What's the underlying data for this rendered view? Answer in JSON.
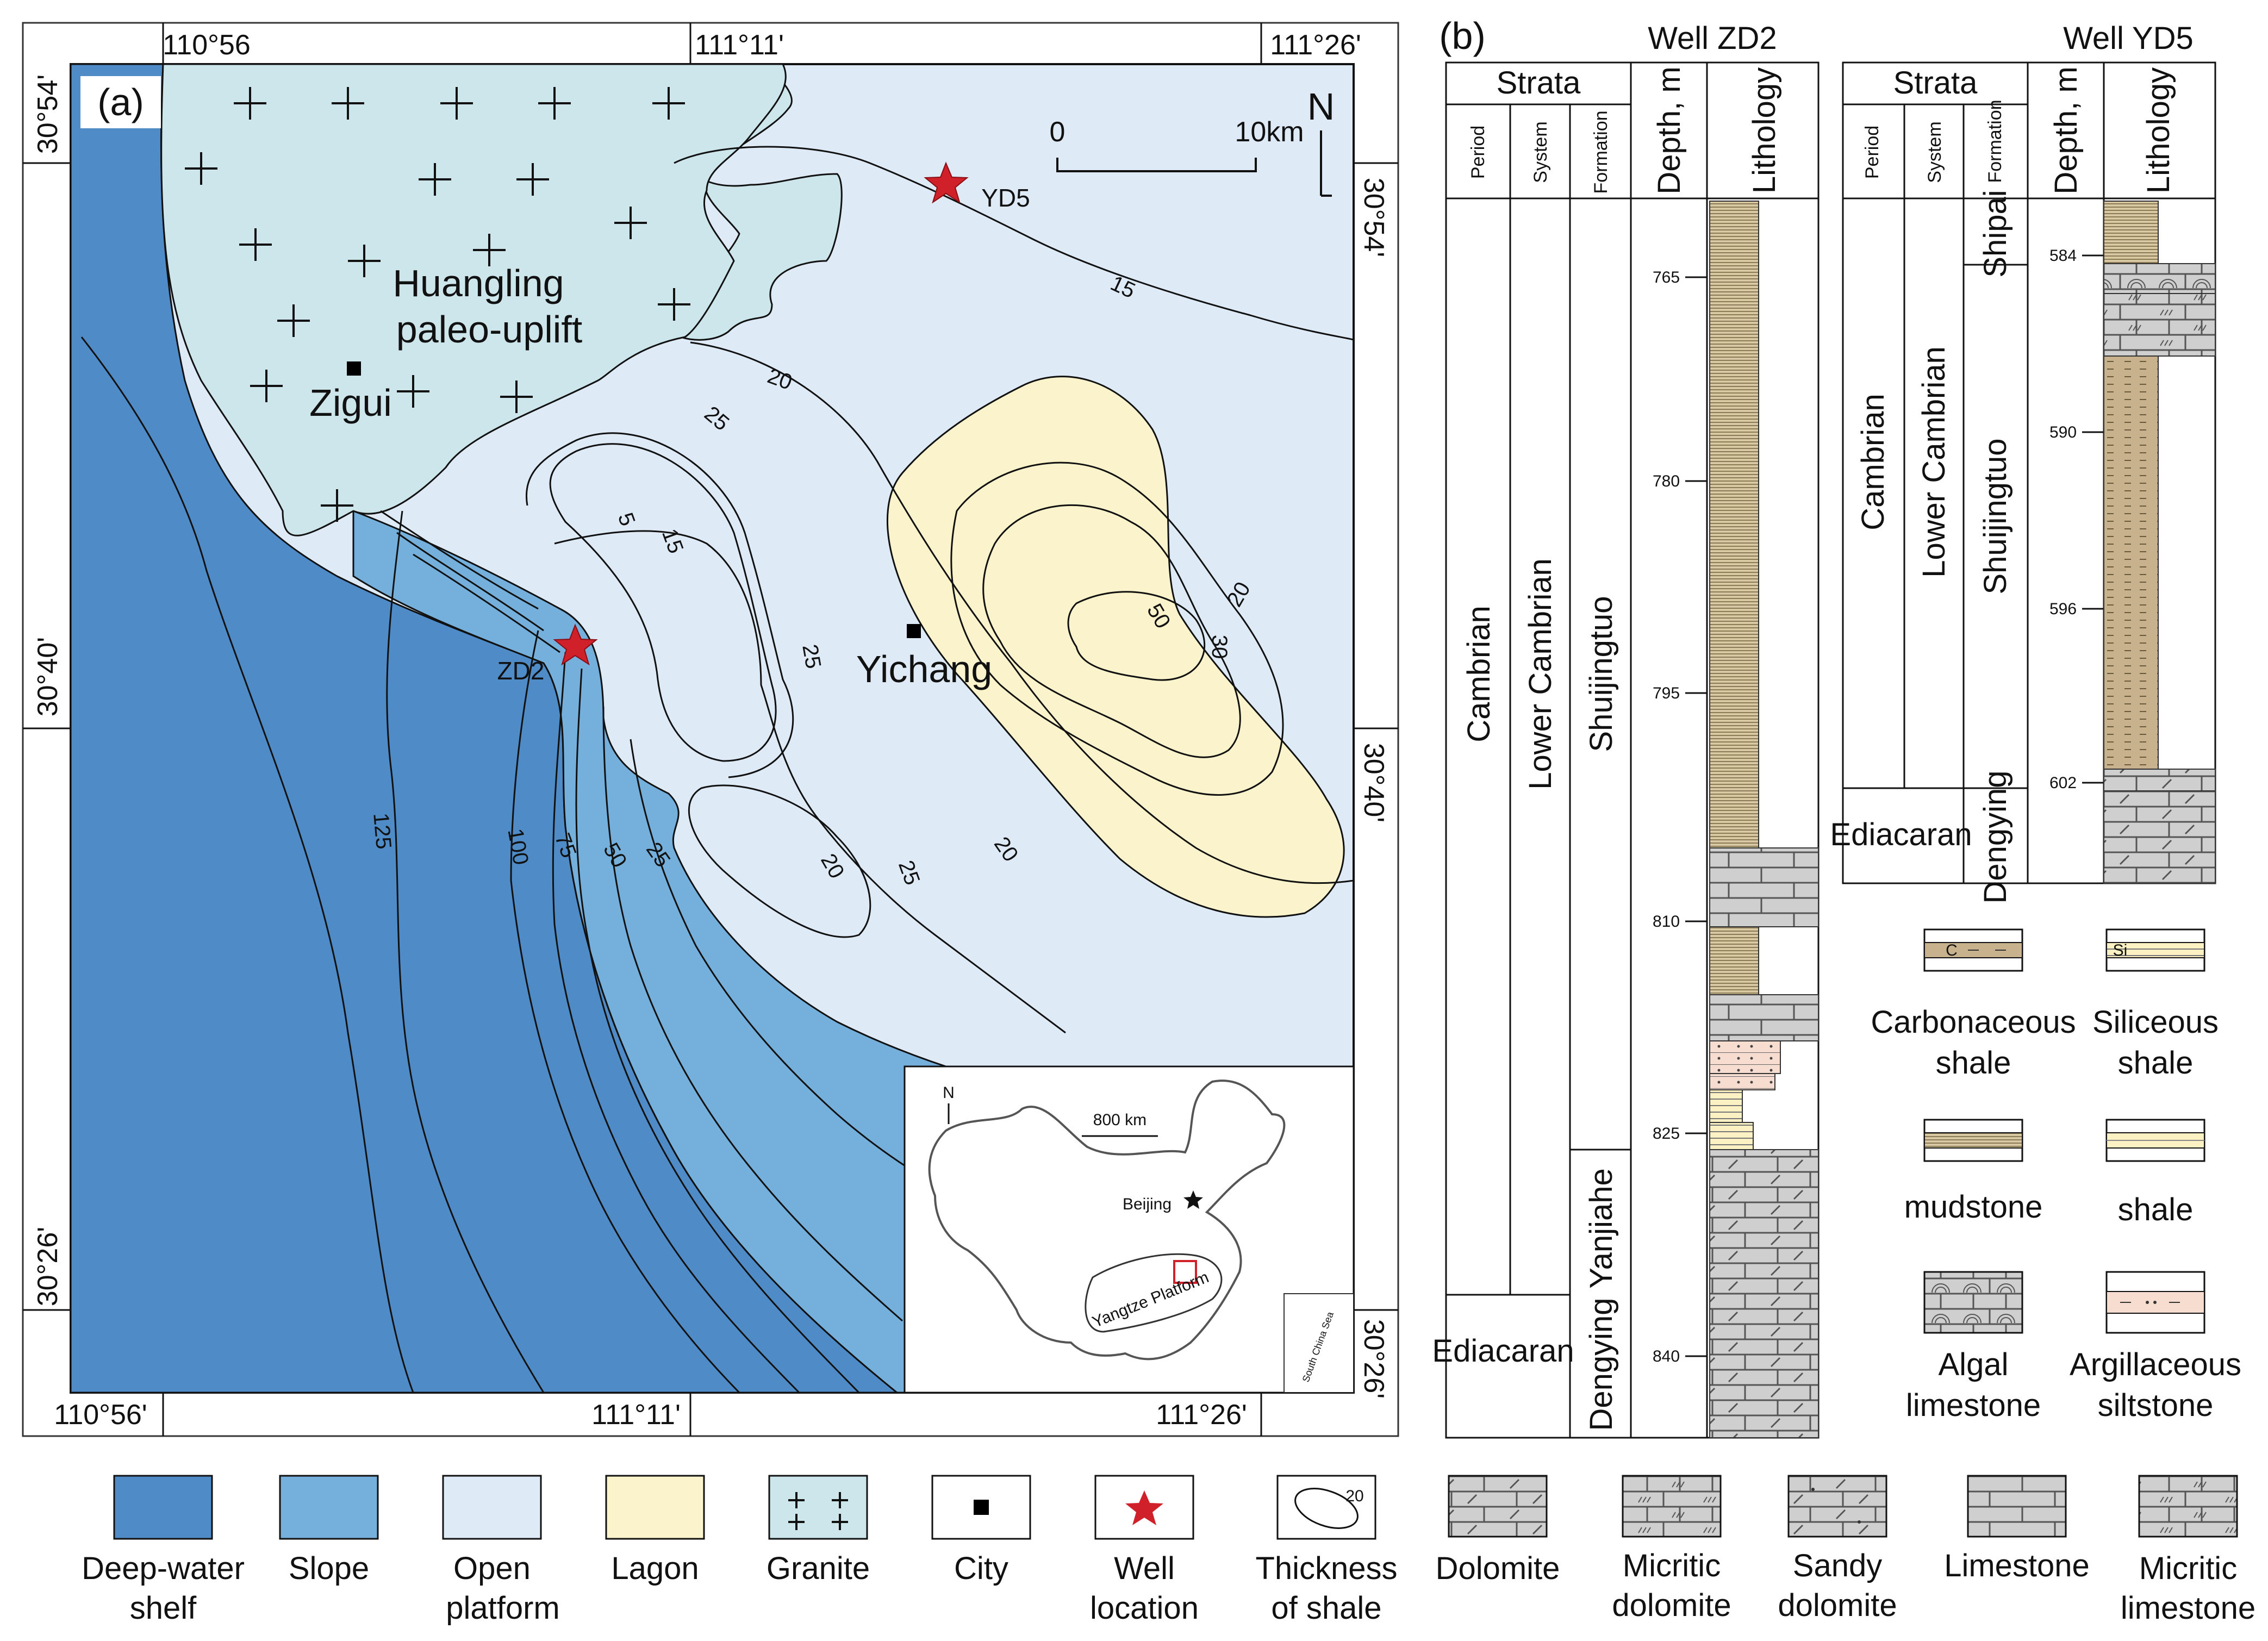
{
  "panel_a": {
    "label": "(a)",
    "coords": {
      "top": [
        "110°56",
        "111°11'",
        "111°26'"
      ],
      "bottom": [
        "110°56'",
        "111°11'",
        "111°26'"
      ],
      "left": [
        "30°54'",
        "30°40'",
        "30°26'"
      ],
      "right": [
        "30°54'",
        "30°40'",
        "30°26'"
      ]
    },
    "scale": {
      "zero": "0",
      "end": "10km"
    },
    "north": "N",
    "uplift_name": [
      "Huangling",
      "paleo-uplift"
    ],
    "cities": [
      {
        "name": "Zigui"
      },
      {
        "name": "Yichang"
      }
    ],
    "wells": [
      {
        "name": "YD5"
      },
      {
        "name": "ZD2"
      }
    ],
    "contour_labels": [
      "15",
      "20",
      "25",
      "5",
      "15",
      "25",
      "20",
      "25",
      "20",
      "20",
      "30",
      "50",
      "125",
      "100",
      "75",
      "50",
      "25"
    ],
    "inset": {
      "north": "N",
      "scale": "800 km",
      "capital": "Beijing",
      "platform": "Yangtze Platform",
      "sea": "South China Sea"
    }
  },
  "panel_b": {
    "label": "(b)",
    "wells": [
      {
        "title": "Well ZD2",
        "headers": {
          "strata": "Strata",
          "period": "Period",
          "system": "System",
          "formation": "Formation",
          "depth": "Depth, m",
          "lithology": "Lithology"
        },
        "period": [
          "Cambrian",
          "Ediacaran"
        ],
        "system": [
          "Lower Cambrian"
        ],
        "formation": [
          "Shuijingtuo",
          "Yanjiahe",
          "Dengying"
        ],
        "depth_ticks": [
          "765",
          "780",
          "795",
          "810",
          "825",
          "840"
        ]
      },
      {
        "title": "Well YD5",
        "headers": {
          "strata": "Strata",
          "period": "Period",
          "system": "System",
          "formation": "Formation",
          "depth": "Depth, m",
          "lithology": "Lithology"
        },
        "period": [
          "Cambrian",
          "Ediacaran"
        ],
        "system": [
          "Lower Cambrian"
        ],
        "formation": [
          "Shipai",
          "Shuijingtuo",
          "Dengying"
        ],
        "depth_ticks": [
          "584",
          "590",
          "596",
          "602"
        ]
      }
    ],
    "lithology_legend": [
      {
        "label": [
          "Carbonaceous",
          "shale"
        ],
        "symbol": "C"
      },
      {
        "label": [
          "Siliceous",
          "shale"
        ],
        "symbol": "Si"
      },
      {
        "label": [
          "mudstone"
        ]
      },
      {
        "label": [
          "shale"
        ]
      },
      {
        "label": [
          "Algal",
          "limestone"
        ]
      },
      {
        "label": [
          "Argillaceous",
          "siltstone"
        ]
      }
    ]
  },
  "bottom_legend": [
    {
      "label": [
        "Deep-water",
        "shelf"
      ],
      "color": "#4f8bc7"
    },
    {
      "label": [
        "Slope"
      ],
      "color": "#75b0dd"
    },
    {
      "label": [
        "Open",
        "platform"
      ],
      "color": "#deeaf6"
    },
    {
      "label": [
        "Lagon"
      ],
      "color": "#fbf3cc"
    },
    {
      "label": [
        "Granite"
      ],
      "color": "#cde6ec"
    },
    {
      "label": [
        "City"
      ],
      "color": "#000000"
    },
    {
      "label": [
        "Well",
        "location"
      ],
      "color": "#d0202a"
    },
    {
      "label": [
        "Thickness",
        "of shale"
      ],
      "symbol": "20"
    },
    {
      "label": [
        "Dolomite"
      ],
      "color": "#cfcfcf"
    },
    {
      "label": [
        "Micritic",
        "dolomite"
      ],
      "color": "#cfcfcf"
    },
    {
      "label": [
        "Sandy",
        "dolomite"
      ],
      "color": "#cfcfcf"
    },
    {
      "label": [
        "Limestone"
      ],
      "color": "#cfcfcf"
    },
    {
      "label": [
        "Micritic",
        "limestone"
      ],
      "color": "#cfcfcf"
    }
  ],
  "colors": {
    "deep_shelf": "#4f8bc7",
    "slope": "#75b0dd",
    "open_platform": "#deeaf6",
    "lagoon": "#fbf3cc",
    "granite": "#cde6ec",
    "well_star": "#d0202a",
    "rock_gray": "#cfcfcf",
    "mudstone": "#c8b28d",
    "siltstone": "#f7dcd0",
    "siliceous": "#fbf1c2"
  }
}
